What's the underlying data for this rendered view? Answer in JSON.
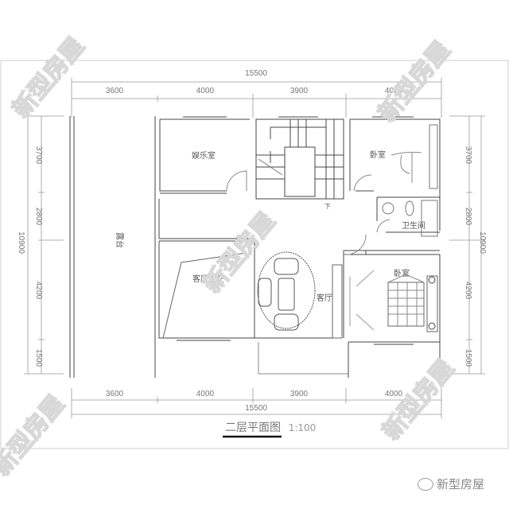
{
  "plan": {
    "title": "二层平面图",
    "scale": "1:100",
    "top_dims": {
      "total": "15500",
      "segments": [
        "3600",
        "4000",
        "3900",
        "4000"
      ]
    },
    "bottom_dims": {
      "total": "15500",
      "segments": [
        "3600",
        "4000",
        "3900",
        "4000"
      ]
    },
    "left_dims": {
      "total": "10900",
      "segments": [
        "3700",
        "2800",
        "4200",
        "1500"
      ]
    },
    "right_dims": {
      "total": "10900",
      "segments": [
        "3700",
        "2800",
        "4200",
        "1500"
      ]
    },
    "rooms": {
      "terrace": "露台",
      "entertainment": "娱乐室",
      "bedroom_north": "卧室",
      "bathroom": "卫生间",
      "living_void": "客厅上空",
      "living": "客厅",
      "bedroom_south": "卧室",
      "stair_down": "下"
    }
  },
  "watermark": "新型房屋",
  "footer": {
    "icon": "wechat-icon",
    "brand": "新型房屋"
  },
  "colors": {
    "line": "#444444",
    "dim": "#888888",
    "watermark": "#d8d8d8"
  }
}
